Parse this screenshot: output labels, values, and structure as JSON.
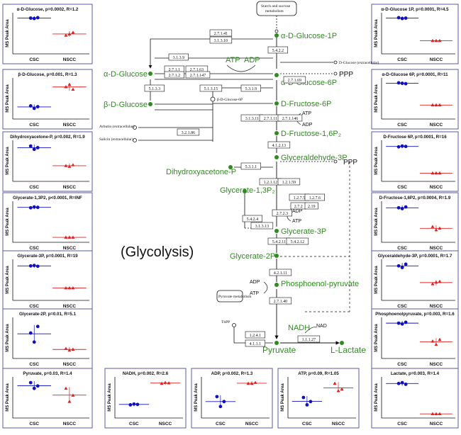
{
  "title": "(Glycolysis)",
  "group_labels": [
    "CSC",
    "NSCC"
  ],
  "y_axis_label": "MS Peak Area",
  "colors": {
    "csc": "#1010c0",
    "nscc": "#e02020",
    "metabolite": "#2e8b1e",
    "panel_border": "#5a5aa8"
  },
  "panels": [
    {
      "id": "p-a-d-glucose",
      "title": "α-D-Glucose, p=0.0002, R=1.2",
      "csc": [
        0.87,
        0.86,
        0.88
      ],
      "nscc": [
        0.45,
        0.48,
        0.52
      ]
    },
    {
      "id": "p-b-d-glucose",
      "title": "β-D-Glucose, p=0.001, R=1.3",
      "csc": [
        0.32,
        0.26,
        0.3
      ],
      "nscc": [
        0.78,
        0.84,
        0.72
      ]
    },
    {
      "id": "p-dhap",
      "title": "Dihydroxyacetone-P, p=0.002, R=1.9",
      "csc": [
        0.86,
        0.78,
        0.82
      ],
      "nscc": [
        0.38,
        0.36,
        0.4
      ]
    },
    {
      "id": "p-13bpg",
      "title": "Glycerate-1,3P2, p<0.0001, R=INF",
      "csc": [
        0.84,
        0.86,
        0.85
      ],
      "nscc": [
        0.12,
        0.12,
        0.12
      ]
    },
    {
      "id": "p-3pg",
      "title": "Glycerate-3P, p=0.0001, R=19",
      "csc": [
        0.84,
        0.85,
        0.83
      ],
      "nscc": [
        0.3,
        0.3,
        0.3
      ]
    },
    {
      "id": "p-2pg",
      "title": "Glycerate-2P, p=0.01, R=5.1",
      "csc": [
        0.62,
        0.4,
        0.78
      ],
      "nscc": [
        0.24,
        0.2,
        0.22
      ]
    },
    {
      "id": "p-pyruvate",
      "title": "Pyruvate, p=0.03, R=1.4",
      "csc": [
        0.86,
        0.72,
        0.78
      ],
      "nscc": [
        0.72,
        0.4,
        0.55
      ]
    },
    {
      "id": "p-nadh",
      "title": "NADH, p=0.002, R=2.6",
      "csc": [
        0.32,
        0.34,
        0.33
      ],
      "nscc": [
        0.84,
        0.86,
        0.85
      ]
    },
    {
      "id": "p-adp",
      "title": "ADP, p=0.002, R=1.3",
      "csc": [
        0.52,
        0.28,
        0.4
      ],
      "nscc": [
        0.84,
        0.84,
        0.86
      ]
    },
    {
      "id": "p-atp",
      "title": "ATP, p=0.09, R=1.05",
      "csc": [
        0.5,
        0.32,
        0.4
      ],
      "nscc": [
        0.84,
        0.66,
        0.7
      ]
    },
    {
      "id": "p-a-d-glucose-1p",
      "title": "α-D-Glucose 1P, p=0.0001, R=4.5",
      "csc": [
        0.88,
        0.86,
        0.87
      ],
      "nscc": [
        0.32,
        0.32,
        0.32
      ]
    },
    {
      "id": "p-a-d-glucose-6p",
      "title": "α-D-Glucose 6P, p=0.0001, R=11",
      "csc": [
        0.88,
        0.87,
        0.86
      ],
      "nscc": [
        0.34,
        0.34,
        0.34
      ]
    },
    {
      "id": "p-f6p",
      "title": "D-Fructose 6P, p=0.0001, R=16",
      "csc": [
        0.84,
        0.86,
        0.85
      ],
      "nscc": [
        0.2,
        0.2,
        0.2
      ]
    },
    {
      "id": "p-f16bp",
      "title": "D-Fructose-1,6P2, p=0.0004, R=1.9",
      "csc": [
        0.84,
        0.82,
        0.86
      ],
      "nscc": [
        0.38,
        0.3,
        0.34
      ]
    },
    {
      "id": "p-g3p",
      "title": "Glyceraldehyde-3P, p=0.0001, R=1.7",
      "csc": [
        0.84,
        0.8,
        0.88
      ],
      "nscc": [
        0.4,
        0.44,
        0.46
      ]
    },
    {
      "id": "p-pep",
      "title": "Phosphoenolpyruvate, p=0.003, R=1.6",
      "csc": [
        0.86,
        0.84,
        0.88
      ],
      "nscc": [
        0.42,
        0.34,
        0.46
      ]
    },
    {
      "id": "p-lactate",
      "title": "Lactate, p=0.003, R=1.4",
      "csc": [
        0.84,
        0.86,
        0.82
      ],
      "nscc": [
        0.1,
        0.1,
        0.1
      ]
    }
  ],
  "pathway": {
    "metabolites": {
      "starch": "Starch and sucrose metabolism",
      "a_glucose_1p": "α-D-Glucose-1P",
      "a_glucose": "α-D-Glucose",
      "a_glucose_6p": "α-D-Glucose-6P",
      "b_glucose": "β-D-Glucose",
      "b_glucose_6p": "β-D-Glucose-6P",
      "d_glucose_ext": "D-Glucose (extracellular)",
      "f6p": "D-Fructose-6P",
      "f16bp": "D-Fructose-1,6P₂",
      "arbutin": "Arbutin (extracellular)",
      "salicin": "Salicin (extracellular)",
      "g3p": "Glyceraldehyde-3P",
      "dhap": "Dihydroxyacetone-P",
      "bpg13": "Glycerate-1,3P₂",
      "pg3": "Glycerate-3P",
      "pg2": "Glycerate-2P",
      "pep": "Phosphoenol-pyruvate",
      "pyr_metab": "Pyruvate metabolism",
      "tpp": "ThPP",
      "pyruvate": "Pyruvate",
      "lactate": "L-Lactate"
    },
    "cofactors": {
      "atp": "ATP",
      "adp": "ADP",
      "nadh": "NADH",
      "nad": "NAD",
      "ppp": "PPP"
    },
    "enzymes": [
      "2.7.1.41",
      "3.1.3.10",
      "5.4.2.2",
      "3.1.3.9",
      "2.7.1.1",
      "2.7.1.2",
      "2.7.1.63",
      "2.7.1.147",
      "2.7.1.69",
      "5.1.3.3",
      "5.1.3.15",
      "5.3.1.9",
      "3.2.1.86",
      "3.1.3.11",
      "2.7.1.11",
      "2.7.1.146",
      "4.1.2.13",
      "5.3.1.1",
      "1.2.1.12",
      "1.2.1.59",
      "1.2.7.5",
      "1.2.7.6",
      "2.7.2.3",
      "5.4.2.4",
      "3.1.3.13",
      "2.7.2",
      "5.4.2.11",
      "5.4.2.12",
      "4.2.1.11",
      "2.7.1.40",
      "1.2.4.1",
      "4.1.1.1",
      "1.1.1.27",
      "2.19"
    ]
  }
}
